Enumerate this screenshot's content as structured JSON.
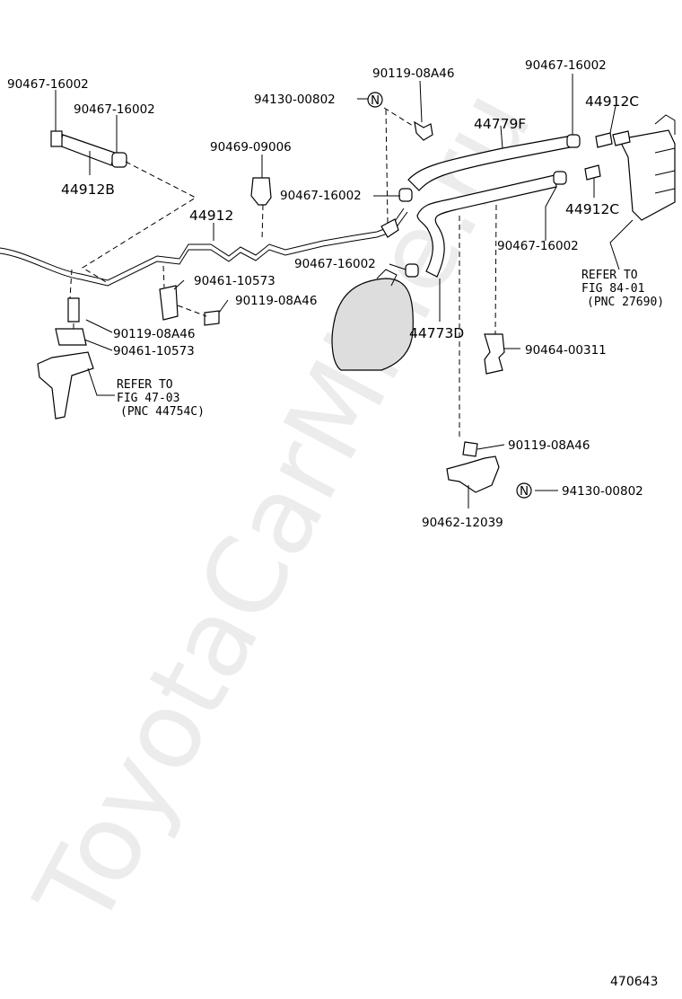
{
  "watermark": "ToyotaCarMine.ru",
  "figure_number": "470643",
  "parts": {
    "p_90467_a": "90467-16002",
    "p_90467_b": "90467-16002",
    "p_44912b": "44912B",
    "p_90119_top": "90119-08A46",
    "p_94130_top": "94130-00802",
    "p_90469": "90469-09006",
    "p_44912": "44912",
    "p_90467_c": "90467-16002",
    "p_44779f": "44779F",
    "p_90467_d": "90467-16002",
    "p_44912c_a": "44912C",
    "p_44912c_b": "44912C",
    "p_90467_e": "90467-16002",
    "p_90461_a": "90461-10573",
    "p_90119_mid": "90119-08A46",
    "p_90467_f": "90467-16002",
    "p_44773d": "44773D",
    "p_90119_left": "90119-08A46",
    "p_90461_b": "90461-10573",
    "p_90464": "90464-00311",
    "p_90119_low": "90119-08A46",
    "p_94130_low": "94130-00802",
    "p_90462": "90462-12039"
  },
  "refs": {
    "ref_84": [
      "REFER TO",
      "FIG 84-01",
      "(PNC 27690)"
    ],
    "ref_47": [
      "REFER TO",
      "FIG 47-03",
      "(PNC 44754C)"
    ]
  },
  "nut_symbol": "N"
}
